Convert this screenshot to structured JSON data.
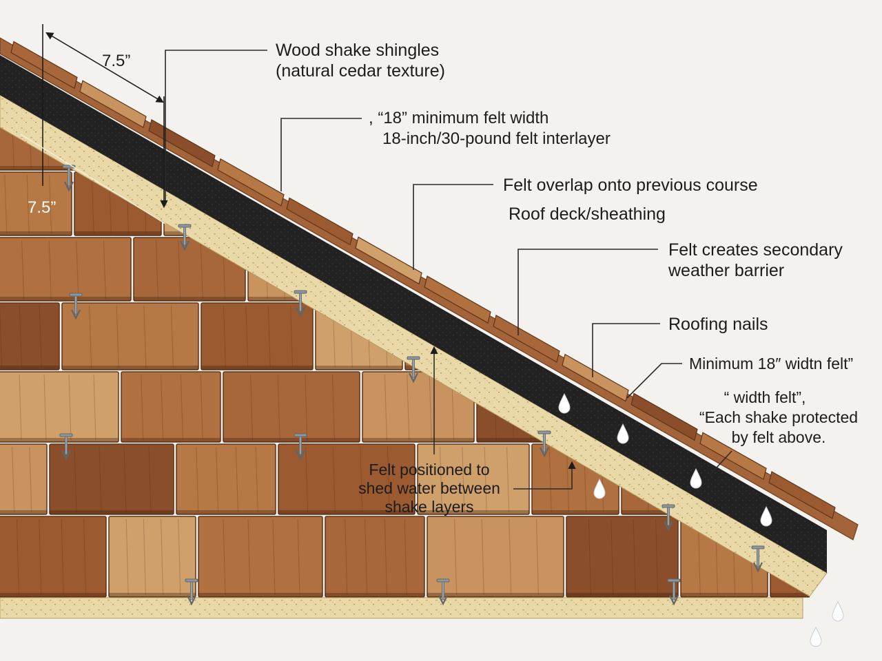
{
  "labels": {
    "wood_shake_line1": "Wood shake shingles",
    "wood_shake_line2": "(natural cedar texture)",
    "felt_width_line1": ", “18” minimum felt width",
    "felt_width_line2": "18-inch/30-pound felt interlayer",
    "felt_overlap": "Felt overlap onto previous course",
    "roof_deck": "Roof deck/sheathing",
    "secondary_barrier_line1": "Felt creates secondary",
    "secondary_barrier_line2": "weather barrier",
    "roofing_nails": "Roofing nails",
    "min_felt": "Minimum 18″ widtn felt”",
    "each_shake_line1": "“ width felt”,",
    "each_shake_line2": "“Each shake protected",
    "each_shake_line3": "by felt above.",
    "felt_positioned_line1": "Felt positioned to",
    "felt_positioned_line2": "shed water between",
    "felt_positioned_line3": "shake layers"
  },
  "dimensions": {
    "exposure_top": "7.5”",
    "exposure_side": "7.5”"
  },
  "colors": {
    "background": "#f3f2ee",
    "shake_primary": "#a8673a",
    "shake_light": "#c8935f",
    "shake_dark": "#8a4f2a",
    "felt": "#1f1f1f",
    "sheathing": "#ead9a8",
    "leader_line": "#2a2a2a",
    "nail": "#8f969c",
    "water_drop": "#b8c0c8"
  },
  "icons": [
    "roofing-nail-icon",
    "water-drop-icon",
    "arrow-up-icon",
    "arrow-down-icon"
  ]
}
